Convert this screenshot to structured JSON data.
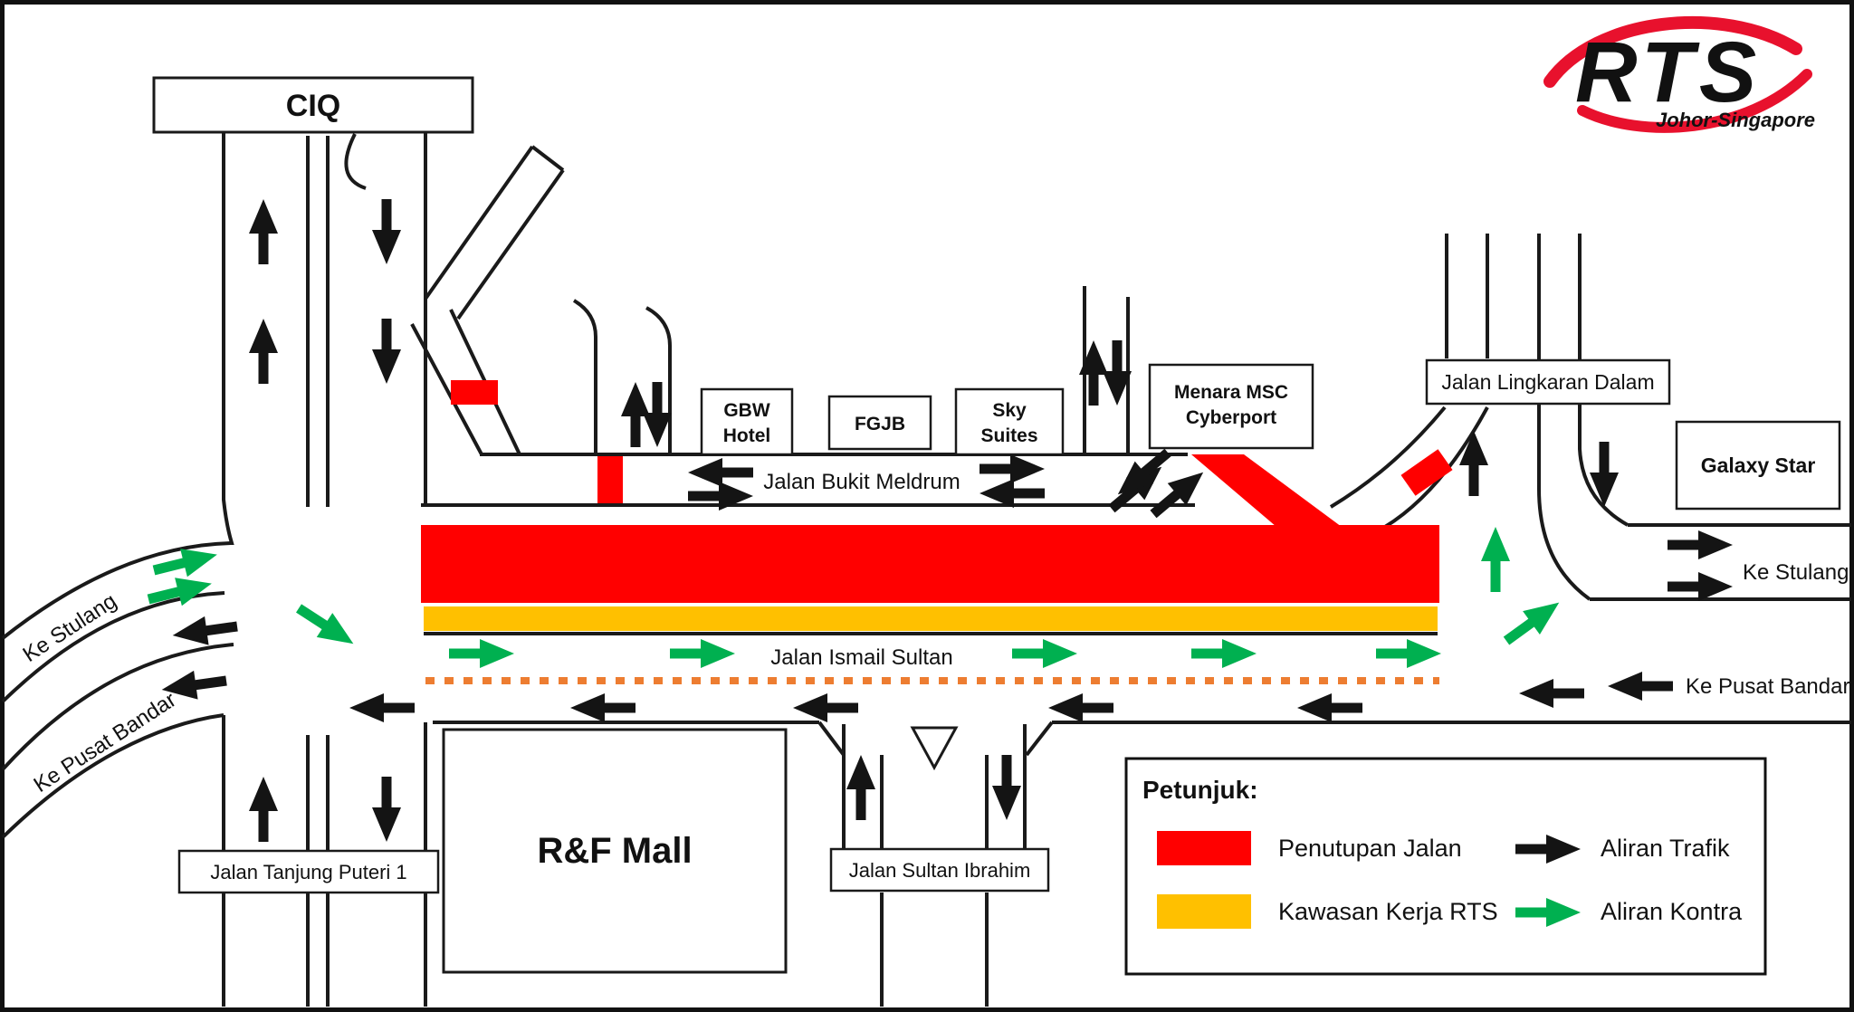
{
  "title": "RTS Johor-Singapore traffic diversion map",
  "colors": {
    "closure": "#ff0000",
    "work-area": "#ffc000",
    "traffic": "#141414",
    "contra": "#00b050",
    "centerline": "#ed7d31",
    "road": "#1a1a1a",
    "logo-navy": "#272e7d",
    "logo-red": "#e8112d",
    "logo-gold": "#bd9a1f"
  },
  "logo": {
    "brand": "RTS",
    "subtitle": "Johor-Singapore"
  },
  "places": {
    "ciq": "CIQ",
    "gbw_hotel": [
      "GBW",
      "Hotel"
    ],
    "fgjb": "FGJB",
    "sky_suites": [
      "Sky",
      "Suites"
    ],
    "menara_msc": [
      "Menara MSC",
      "Cyberport"
    ],
    "galaxy_star": "Galaxy Star",
    "rf_mall": "R&F Mall"
  },
  "roads": {
    "bukit_meldrum": "Jalan Bukit Meldrum",
    "ismail_sultan": "Jalan Ismail Sultan",
    "lingkaran_dalam": "Jalan Lingkaran Dalam",
    "tanjung_puteri": "Jalan Tanjung Puteri 1",
    "sultan_ibrahim": "Jalan Sultan Ibrahim"
  },
  "directions": {
    "stulang_left": "Ke Stulang",
    "pusat_bandar_left": "Ke Pusat Bandar",
    "stulang_right": "Ke Stulang",
    "pusat_bandar_right": "Ke Pusat Bandar"
  },
  "legend": {
    "title": "Petunjuk:",
    "closure": "Penutupan Jalan",
    "work_area": "Kawasan Kerja RTS",
    "traffic_flow": "Aliran Trafik",
    "contra_flow": "Aliran Kontra"
  }
}
